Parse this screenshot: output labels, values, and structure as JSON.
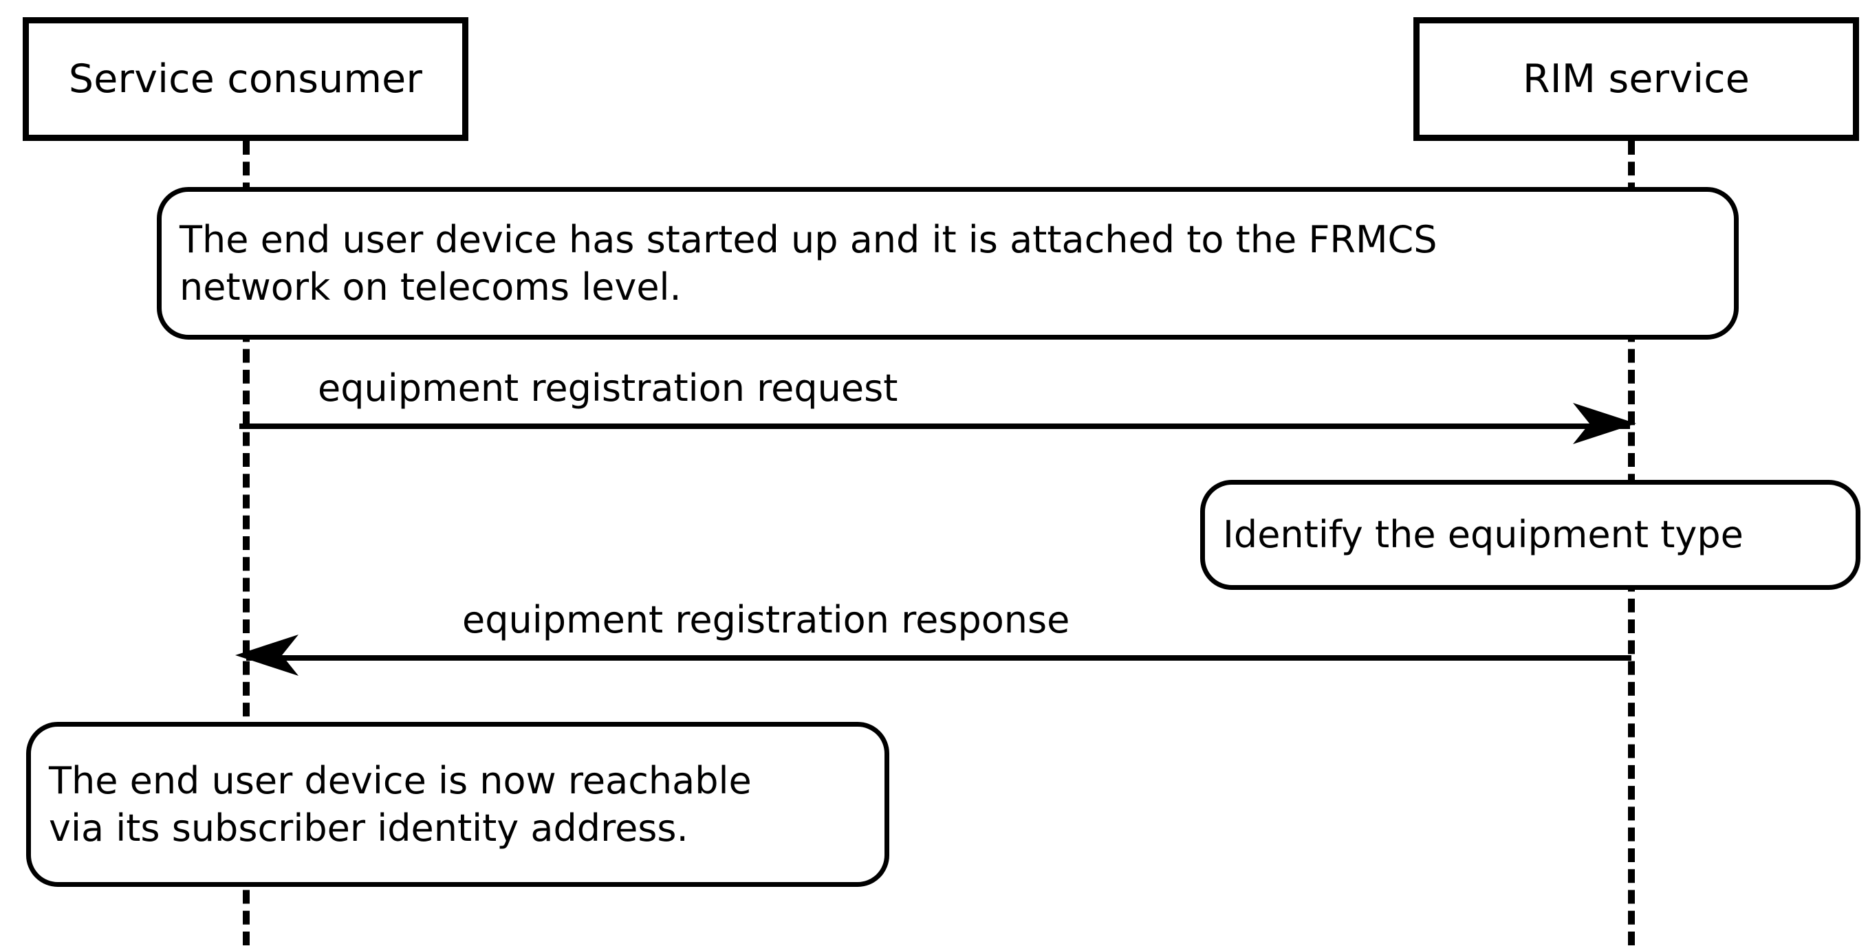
{
  "diagram": {
    "type": "uml-sequence-diagram",
    "background_color": "#ffffff",
    "line_color": "#000000",
    "participants": [
      {
        "id": "consumer",
        "label": "Service consumer"
      },
      {
        "id": "rim",
        "label": "RIM service"
      }
    ],
    "notes": [
      {
        "id": "startup",
        "attached_to": "consumer",
        "text": "The end user device has started up and it is attached to the FRMCS\nnetwork on telecoms level."
      },
      {
        "id": "identify",
        "attached_to": "rim",
        "text": "Identify the equipment type"
      },
      {
        "id": "reachable",
        "attached_to": "consumer",
        "text": "The end user device is now reachable\nvia its subscriber identity address."
      }
    ],
    "messages": [
      {
        "id": "request",
        "label": "equipment registration request",
        "from": "consumer",
        "to": "rim",
        "direction": "right",
        "style": "solid"
      },
      {
        "id": "response",
        "label": "equipment registration response",
        "from": "rim",
        "to": "consumer",
        "direction": "left",
        "style": "solid"
      }
    ]
  }
}
